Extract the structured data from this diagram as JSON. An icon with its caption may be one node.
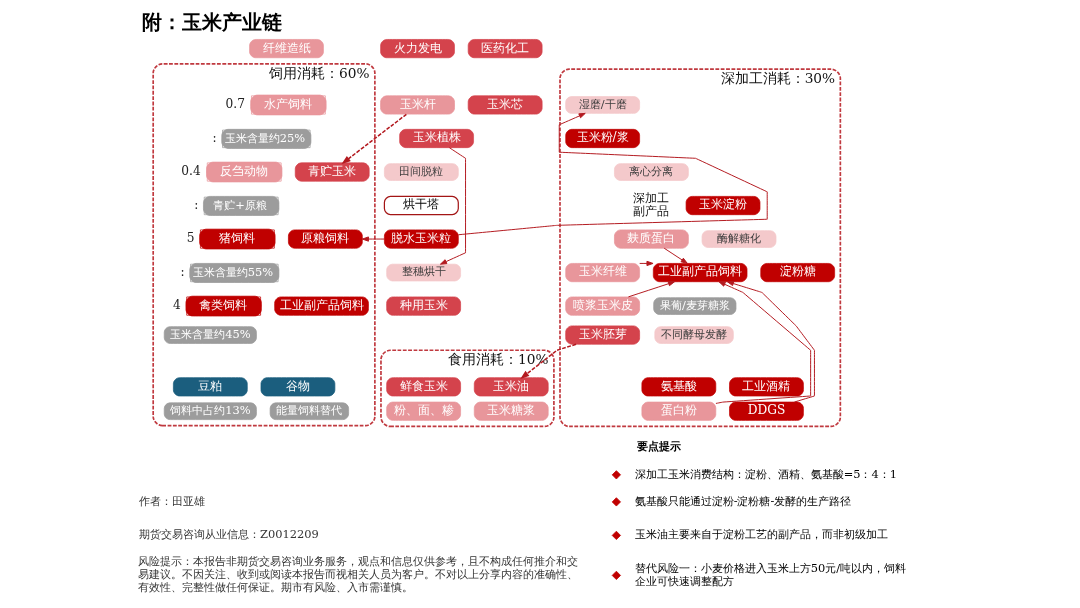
{
  "diagram": {
    "title": "附：玉米产业链",
    "nodes": [
      {
        "text": [
          "纤维造纸"
        ]
      },
      {
        "text": [
          "火力发电"
        ]
      },
      {
        "text": [
          "医药化工"
        ]
      },
      {
        "text": [
          "玉米杆"
        ]
      },
      {
        "text": [
          "玉米芯"
        ]
      },
      {
        "text": [
          "玉米植株"
        ]
      },
      {
        "text": [
          "田间脱粒"
        ]
      },
      {
        "text": [
          "烘干塔"
        ]
      },
      {
        "text": [
          "脱水玉米粒"
        ]
      },
      {
        "text": [
          "整穗烘干"
        ]
      },
      {
        "text": [
          "种用玉米"
        ]
      },
      {
        "text": [
          "饲用消耗：60%"
        ]
      },
      {
        "text": [
          "水产饲料"
        ],
        "beside": [
          "0.7"
        ],
        "in": 11
      },
      {
        "text": [
          "玉米含量约25%"
        ],
        "beside": [
          ":"
        ],
        "in": 11
      },
      {
        "text": [
          "反刍动物"
        ],
        "beside": [
          "0.4"
        ],
        "in": 11
      },
      {
        "text": [
          "青贮+原粮"
        ],
        "beside": [
          ":"
        ],
        "in": 11
      },
      {
        "text": [
          "青贮玉米"
        ],
        "in": 11
      },
      {
        "text": [
          "猪饲料"
        ],
        "beside": [
          "5"
        ],
        "in": 11
      },
      {
        "text": [
          "玉米含量约55%"
        ],
        "beside": [
          ":"
        ],
        "in": 11
      },
      {
        "text": [
          "原粮饲料"
        ],
        "in": 11
      },
      {
        "text": [
          "禽类饲料"
        ],
        "beside": [
          "4"
        ],
        "in": 11
      },
      {
        "text": [
          "玉米含量约45%"
        ],
        "in": 11
      },
      {
        "text": [
          "工业副产品饲料"
        ],
        "in": 11
      },
      {
        "text": [
          "豆粕"
        ],
        "in": 11
      },
      {
        "text": [
          "饲料中占约13%"
        ],
        "in": 11
      },
      {
        "text": [
          "谷物"
        ],
        "in": 11
      },
      {
        "text": [
          "能量饲料替代"
        ],
        "in": 11
      },
      {
        "text": [
          "深加工消耗：30%"
        ]
      },
      {
        "text": [
          "湿磨/干磨"
        ],
        "in": 27
      },
      {
        "text": [
          "玉米粉/浆"
        ],
        "in": 27
      },
      {
        "text": [
          "离心分离"
        ],
        "in": 27
      },
      {
        "text": [
          "玉米淀粉"
        ],
        "in": 27
      },
      {
        "text": [
          "麸质蛋白"
        ],
        "in": 27
      },
      {
        "text": [
          "酶解糖化"
        ],
        "in": 27
      },
      {
        "text": [
          "工业副产品饲料"
        ],
        "in": 27
      },
      {
        "text": [
          "淀粉糖"
        ],
        "in": 27
      },
      {
        "text": [
          "玉米纤维"
        ],
        "in": 27
      },
      {
        "text": [
          "果葡/麦芽糖浆"
        ],
        "in": 27
      },
      {
        "text": [
          "喷浆玉米皮"
        ],
        "in": 27
      },
      {
        "text": [
          "不同酵母发酵"
        ],
        "in": 27
      },
      {
        "text": [
          "氨基酸"
        ],
        "in": 27
      },
      {
        "text": [
          "工业酒精"
        ],
        "in": 27
      },
      {
        "text": [
          "玉米胚芽"
        ],
        "in": 27
      },
      {
        "text": [
          "蛋白粉"
        ],
        "in": 27
      },
      {
        "text": [
          "DDGS"
        ],
        "in": 27
      },
      {
        "text": [
          "食用消耗：10%"
        ]
      },
      {
        "text": [
          "鲜食玉米"
        ],
        "in": 45
      },
      {
        "text": [
          "玉米油"
        ],
        "in": 45
      },
      {
        "text": [
          "粉、面、糁"
        ],
        "in": 45
      },
      {
        "text": [
          "玉米糖浆"
        ],
        "in": 45
      }
    ],
    "edges": [
      {
        "from": 3,
        "to": 16,
        "arrow": "to",
        "style": "dashed"
      },
      {
        "from": 5,
        "to": 9,
        "arrow": "to"
      },
      {
        "from": 8,
        "to": 19,
        "arrow": "to"
      },
      {
        "from": 8,
        "to": 28,
        "arrow": "to"
      },
      {
        "from": 32,
        "to": 34,
        "arrow": "to"
      },
      {
        "from": 36,
        "to": 34,
        "arrow": "to"
      },
      {
        "from": 38,
        "to": 34,
        "arrow": "to"
      },
      {
        "from": 43,
        "to": 34,
        "arrow": "to"
      },
      {
        "from": 44,
        "to": 34,
        "arrow": "to"
      },
      {
        "from": 42,
        "to": 47,
        "arrow": "to",
        "style": "dashed"
      }
    ],
    "labels": [
      "深加工副产品",
      "要点提示",
      "深加工玉米消费结构：淀粉、酒精、氨基酸=5：4：1",
      "氨基酸只能通过淀粉-淀粉糖-发酵的生产路径",
      "玉米油主要来自于淀粉工艺的副产品，而非初级加工",
      "替代风险一：小麦价格进入玉米上方50元/吨以内，饲料企业可快速调整配方",
      "作者：田亚雄",
      "期货交易咨询从业信息：Z0012209",
      "风险提示：本报告非期货交易咨询业务服务，观点和信息仅供参考，且不构成任何推介和交易建议。不因关注、收到或阅读本报告而视相关人员为客户。不对以上分享内容的准确性、有效性、完整性做任何保证。期市有风险、入市需谨慎。"
    ]
  }
}
